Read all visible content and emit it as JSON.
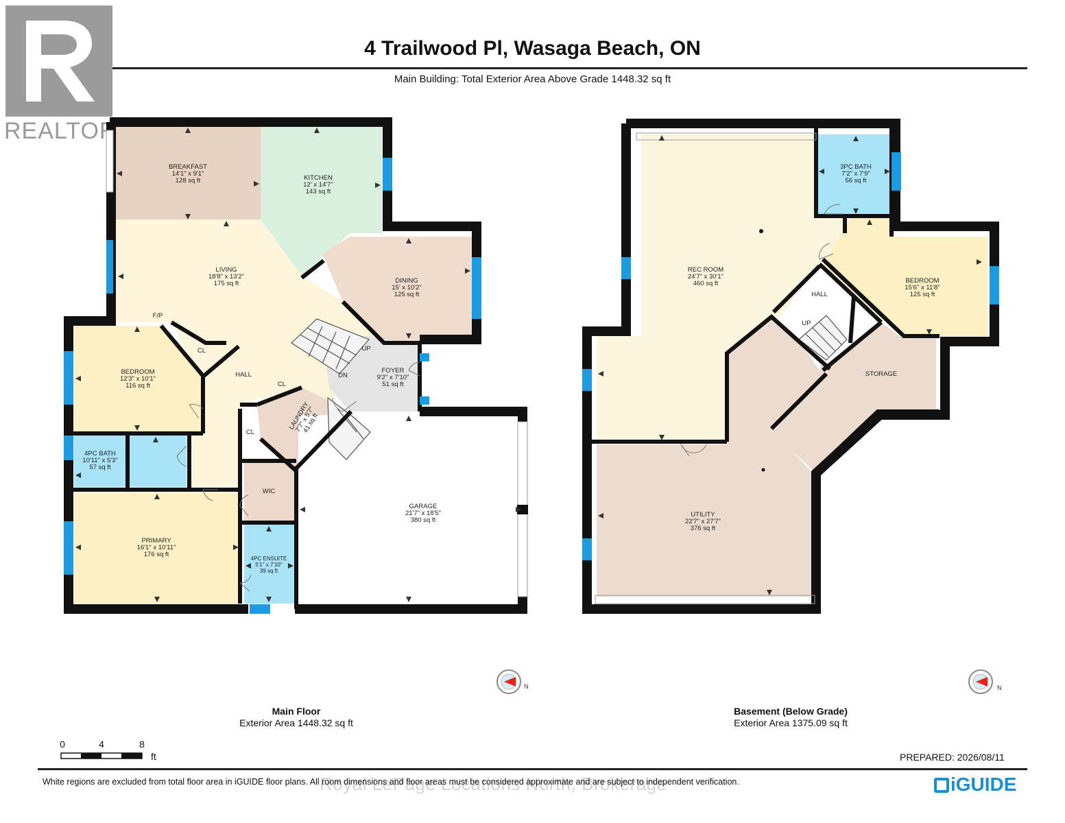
{
  "header": {
    "title": "4 Trailwood Pl, Wasaga Beach, ON",
    "subtitle": "Main Building: Total Exterior Area Above Grade 1448.32 sq ft",
    "brand_logo": "REALTOR",
    "brand_reg": "®"
  },
  "rooms": {
    "breakfast": {
      "name": "BREAKFAST",
      "dims": "14'1\" x 9'1\"",
      "area": "128 sq ft"
    },
    "kitchen": {
      "name": "KITCHEN",
      "dims": "12' x 14'7\"",
      "area": "143 sq ft"
    },
    "living": {
      "name": "LIVING",
      "dims": "18'8\" x 13'2\"",
      "area": "175 sq ft"
    },
    "dining": {
      "name": "DINING",
      "dims": "15' x 10'2\"",
      "area": "125 sq ft"
    },
    "bedroom_main": {
      "name": "BEDROOM",
      "dims": "12'3\" x 10'1\"",
      "area": "116 sq ft"
    },
    "foyer": {
      "name": "FOYER",
      "dims": "9'2\" x 7'10\"",
      "area": "51 sq ft"
    },
    "laundry": {
      "name": "LAUNDRY",
      "dims": "7'7\" x 5'7\"",
      "area": "41 sq ft"
    },
    "bath_4pc": {
      "name": "4PC BATH",
      "dims": "10'11\" x 5'3\"",
      "area": "57 sq ft"
    },
    "garage": {
      "name": "GARAGE",
      "dims": "21'7\" x 18'5\"",
      "area": "380 sq ft"
    },
    "primary": {
      "name": "PRIMARY",
      "dims": "16'1\" x 10'11\"",
      "area": "176 sq ft"
    },
    "ensuite": {
      "name": "4PC ENSUITE",
      "dims": "5'1\" x 7'10\"",
      "area": "39 sq ft"
    },
    "wic": {
      "name": "WIC"
    },
    "fp": {
      "name": "F/P"
    },
    "cl_a": {
      "name": "CL"
    },
    "cl_b": {
      "name": "CL"
    },
    "cl_c": {
      "name": "CL"
    },
    "hall_main": {
      "name": "HALL"
    },
    "up_main": {
      "name": "UP"
    },
    "dn_main": {
      "name": "DN"
    },
    "rec_room": {
      "name": "REC ROOM",
      "dims": "24'7\" x 30'1\"",
      "area": "460 sq ft"
    },
    "bath_3pc": {
      "name": "3PC BATH",
      "dims": "7'2\" x 7'9\"",
      "area": "56 sq ft"
    },
    "bedroom_base": {
      "name": "BEDROOM",
      "dims": "15'6\" x 11'8\"",
      "area": "125 sq ft"
    },
    "hall_base": {
      "name": "HALL"
    },
    "up_base": {
      "name": "UP"
    },
    "storage": {
      "name": "STORAGE"
    },
    "utility": {
      "name": "UTILITY",
      "dims": "22'7\" x 27'7\"",
      "area": "376 sq ft"
    }
  },
  "floors": {
    "main": {
      "name": "Main Floor",
      "area": "Exterior Area 1448.32 sq ft"
    },
    "basement": {
      "name": "Basement (Below Grade)",
      "area": "Exterior Area 1375.09 sq ft"
    }
  },
  "compass_letter": "N",
  "scale": {
    "ticks": [
      "0",
      "4",
      "8"
    ],
    "unit": "ft"
  },
  "footer": {
    "prepared": "PREPARED: 2026/08/11",
    "disclaimer": "White regions are excluded from total floor area in iGUIDE floor plans. All room dimensions and floor areas must be considered approximate and are subject to independent verification.",
    "watermark": "Royal LePage Locations North, Brokerage",
    "logo": "iGUIDE"
  },
  "colors": {
    "wall": "#111111",
    "window": "#1e9be0",
    "breakfast": "#e8d2c2",
    "kitchen": "#d9f0df",
    "living": "#fdf6dc",
    "dining": "#efdccd",
    "bedroom": "#fdf0c4",
    "bath": "#a9e3f7",
    "foyer": "#e4e4e4",
    "laundry": "#ecd9cc",
    "rec_room": "#fcf5de",
    "utility": "#ecdcd0",
    "storage": "#ecdcd0"
  }
}
